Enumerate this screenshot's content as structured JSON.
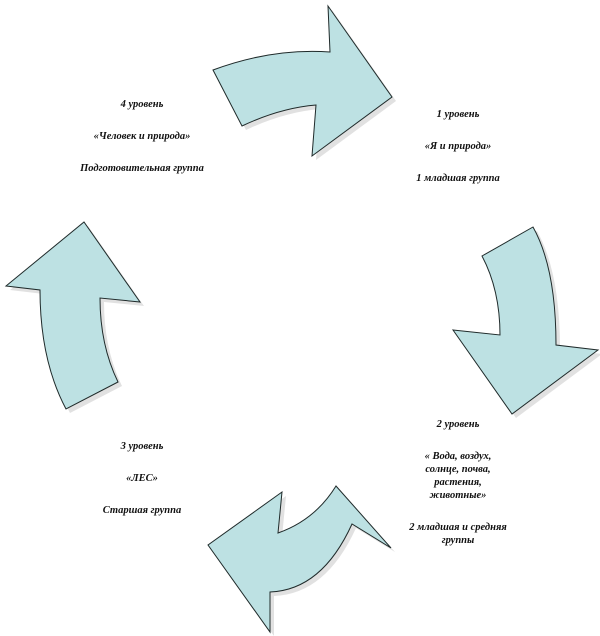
{
  "levels": [
    {
      "title": "4 уровень",
      "name": "«Человек  и природа»",
      "group": "Подготовительная группа"
    },
    {
      "title": "1 уровень",
      "name": "«Я и природа»",
      "group": "1 младшая группа"
    },
    {
      "title": "2 уровень",
      "name": "« Вода, воздух, солнце, почва, растения, животные»",
      "group": "2 младшая и средняя группы"
    },
    {
      "title": "3 уровень",
      "name": "«ЛЕС»",
      "group": "Старшая группа"
    }
  ],
  "colors": {
    "arrow_fill": "#bde1e3",
    "arrow_stroke": "#1f2a2a",
    "text": "#111111"
  }
}
